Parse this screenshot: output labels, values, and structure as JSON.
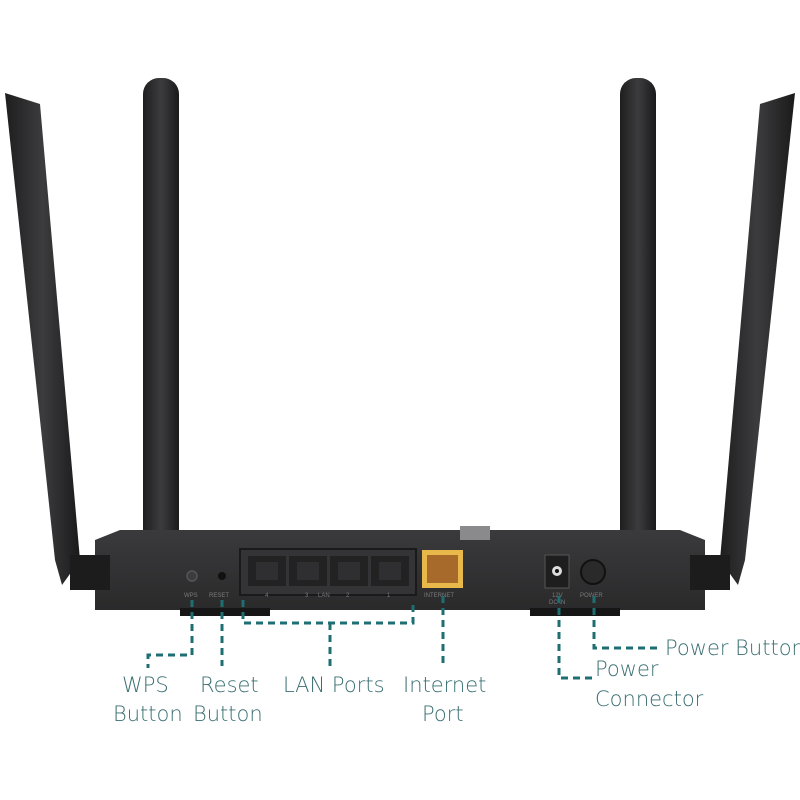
{
  "colors": {
    "leader_line": "#1f6e72",
    "label_text": "#3a6f72",
    "body": "#2e2e2f",
    "internet_port": "#e8b84a"
  },
  "device_markings": {
    "wps": "WPS",
    "reset": "RESET",
    "lan_numbers": [
      "4",
      "3",
      "2",
      "1"
    ],
    "lan": "LAN",
    "internet": "INTERNET",
    "dc_in_1": "12V",
    "dc_in_2": "DC IN",
    "power": "POWER"
  },
  "callouts": {
    "wps": [
      "WPS",
      "Button"
    ],
    "reset": [
      "Reset",
      "Button"
    ],
    "lan": "LAN Ports",
    "internet": [
      "Internet",
      "Port"
    ],
    "power_connector": [
      "Power",
      "Connector"
    ],
    "power_button": "Power Button"
  }
}
